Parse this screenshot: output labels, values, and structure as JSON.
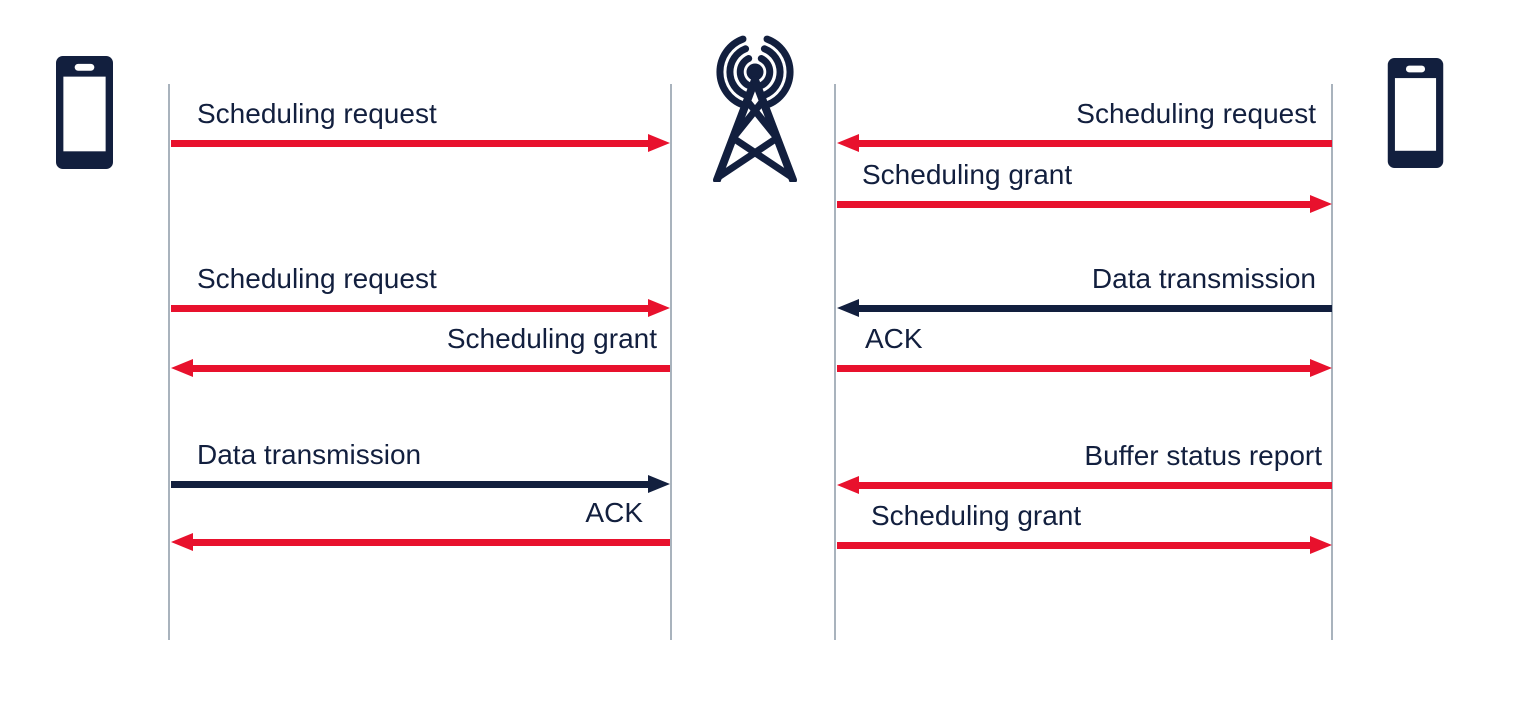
{
  "colors": {
    "navy": "#121f3e",
    "red": "#e8112d",
    "lifeline_gray": "#a9b3bd",
    "background": "#ffffff"
  },
  "icons": {
    "left_device": "mobile-phone-icon",
    "center_node": "radio-tower-icon",
    "right_device": "mobile-phone-icon"
  },
  "left_panel": {
    "messages": [
      {
        "label": "Scheduling request",
        "direction": "right",
        "color": "red"
      },
      {
        "label": "Scheduling request",
        "direction": "right",
        "color": "red"
      },
      {
        "label": "Scheduling grant",
        "direction": "left",
        "color": "red"
      },
      {
        "label": "Data transmission",
        "direction": "right",
        "color": "navy"
      },
      {
        "label": "ACK",
        "direction": "left",
        "color": "red"
      }
    ]
  },
  "right_panel": {
    "messages": [
      {
        "label": "Scheduling request",
        "direction": "left",
        "color": "red"
      },
      {
        "label": "Scheduling grant",
        "direction": "right",
        "color": "red"
      },
      {
        "label": "Data transmission",
        "direction": "left",
        "color": "navy"
      },
      {
        "label": "ACK",
        "direction": "right",
        "color": "red"
      },
      {
        "label": "Buffer status report",
        "direction": "left",
        "color": "red"
      },
      {
        "label": "Scheduling grant",
        "direction": "right",
        "color": "red"
      }
    ]
  }
}
